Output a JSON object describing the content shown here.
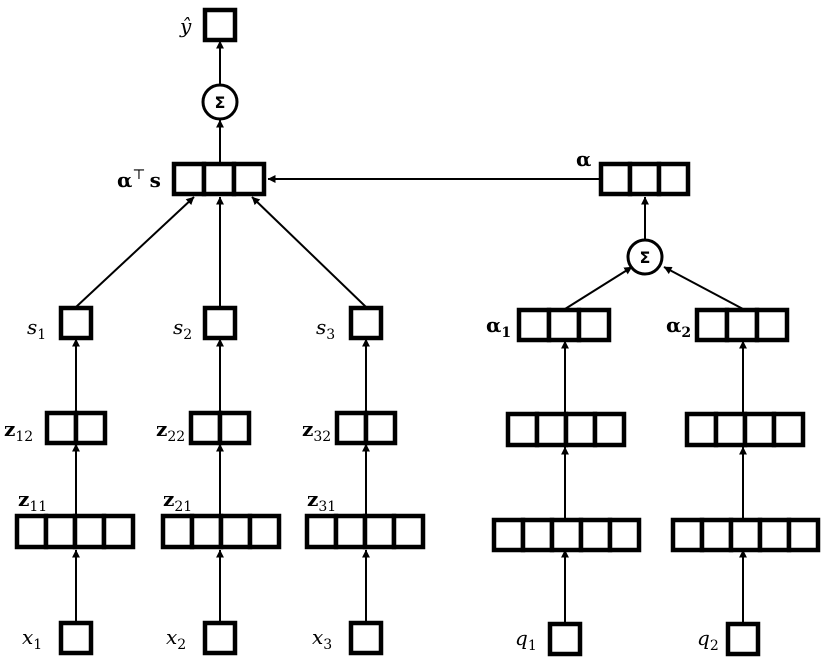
{
  "labels": {
    "y_hat": {
      "base": "ŷ"
    },
    "sum_top": "Σ",
    "sum_right": "Σ",
    "alpha_t_s": {
      "base": "α",
      "sup": "⊤",
      "tail": "s"
    },
    "alpha": {
      "base": "α"
    },
    "s1": {
      "base": "s",
      "sub": "1"
    },
    "s2": {
      "base": "s",
      "sub": "2"
    },
    "s3": {
      "base": "s",
      "sub": "3"
    },
    "alpha1": {
      "base": "α",
      "sub": "1"
    },
    "alpha2": {
      "base": "α",
      "sub": "2"
    },
    "z12": {
      "base": "z",
      "sub": "12"
    },
    "z22": {
      "base": "z",
      "sub": "22"
    },
    "z32": {
      "base": "z",
      "sub": "32"
    },
    "z11": {
      "base": "z",
      "sub": "11"
    },
    "z21": {
      "base": "z",
      "sub": "21"
    },
    "z31": {
      "base": "z",
      "sub": "31"
    },
    "x1": {
      "base": "x",
      "sub": "1"
    },
    "x2": {
      "base": "x",
      "sub": "2"
    },
    "x3": {
      "base": "x",
      "sub": "3"
    },
    "q1": {
      "base": "q",
      "sub": "1"
    },
    "q2": {
      "base": "q",
      "sub": "2"
    }
  }
}
